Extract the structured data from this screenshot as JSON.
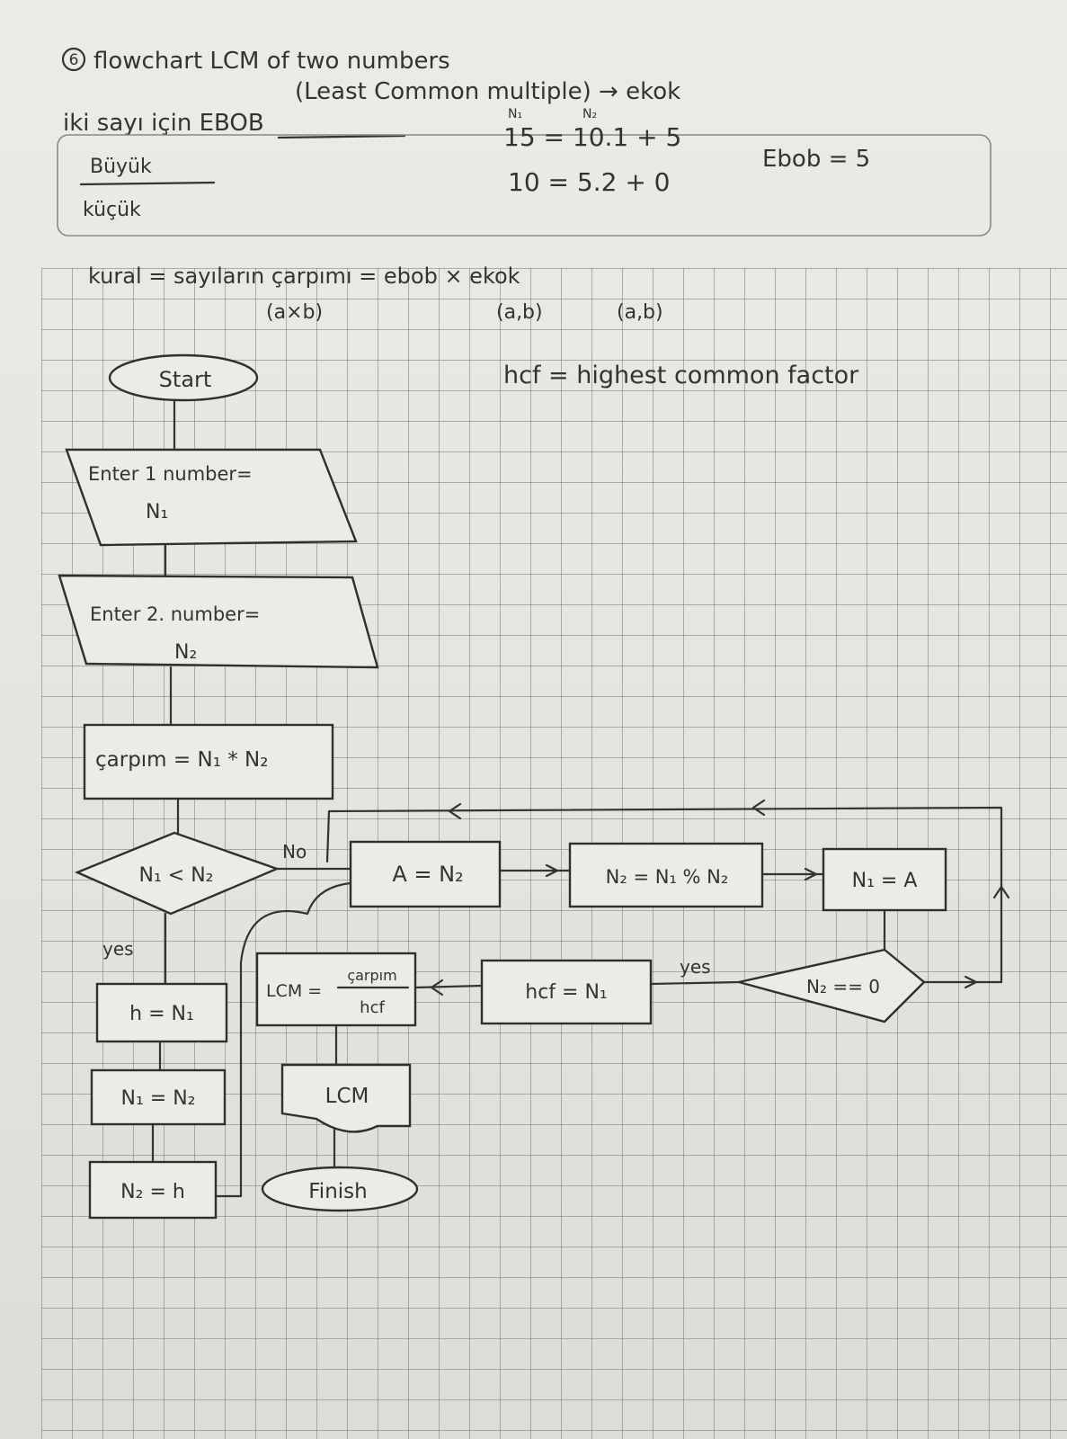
{
  "header": {
    "number": "6",
    "title": "flowchart LCM of two numbers",
    "subtitle": "(Least Common multiple) → ekok",
    "ebob_heading": "iki sayı için EBOB"
  },
  "ebob_box": {
    "big": "Büyük",
    "small": "küçük",
    "var_labels": [
      "N₁",
      "N₂"
    ],
    "eq1": "15 = 10.1 + 5",
    "eq2": "10 = 5.2 + 0",
    "result": "Ebob = 5"
  },
  "rule": {
    "label": "kural = sayıların çarpımı = ebob × ekok",
    "sub1": "(a×b)",
    "sub2": "(a,b)",
    "sub3": "(a,b)",
    "hcf_def": "hcf = highest common factor"
  },
  "flow": {
    "start": "Start",
    "input1_line1": "Enter 1 number=",
    "input1_line2": "N₁",
    "input2_line1": "Enter 2. number=",
    "input2_line2": "N₂",
    "product": "çarpım = N₁ * N₂",
    "decision1": "N₁ < N₂",
    "no_label": "No",
    "yes_label": "yes",
    "swap1": "h = N₁",
    "swap2": "N₁ = N₂",
    "swap3": "N₂ = h",
    "assign_a": "A = N₂",
    "mod": "N₂ = N₁ % N₂",
    "assign_n1": "N₁ = A",
    "decision2": "N₂ == 0",
    "yes2_label": "yes",
    "hcf_assign": "hcf = N₁",
    "lcm_top": "LCM =",
    "lcm_num": "çarpım",
    "lcm_den": "hcf",
    "output": "LCM",
    "finish": "Finish"
  }
}
